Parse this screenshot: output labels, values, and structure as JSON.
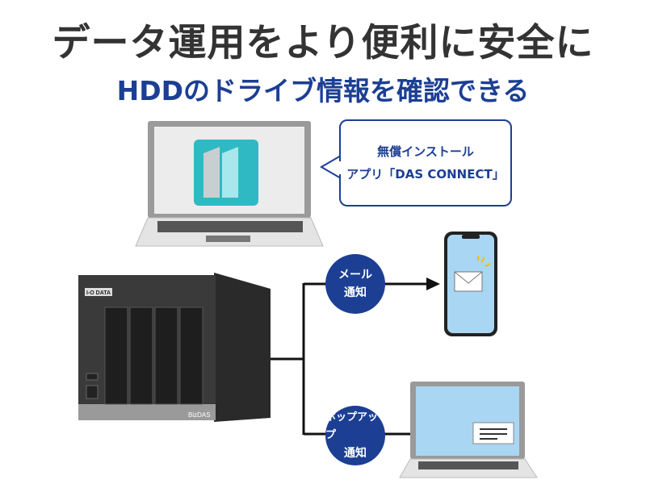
{
  "headline": "データ運用をより便利に安全に",
  "subheadline": "HDDのドライブ情報を確認できる",
  "bubble": {
    "line1": "無償インストール",
    "line2": "アプリ「DAS CONNECT」"
  },
  "mail_notice": {
    "line1": "メール",
    "line2": "通知"
  },
  "popup_notice": {
    "line1": "ポップアップ",
    "line2": "通知"
  },
  "device": {
    "brand": "I-O DATA",
    "model": "BizDAS"
  },
  "colors": {
    "accent": "#1c3f94",
    "text": "#333333",
    "teal": "#3fc6cf"
  }
}
